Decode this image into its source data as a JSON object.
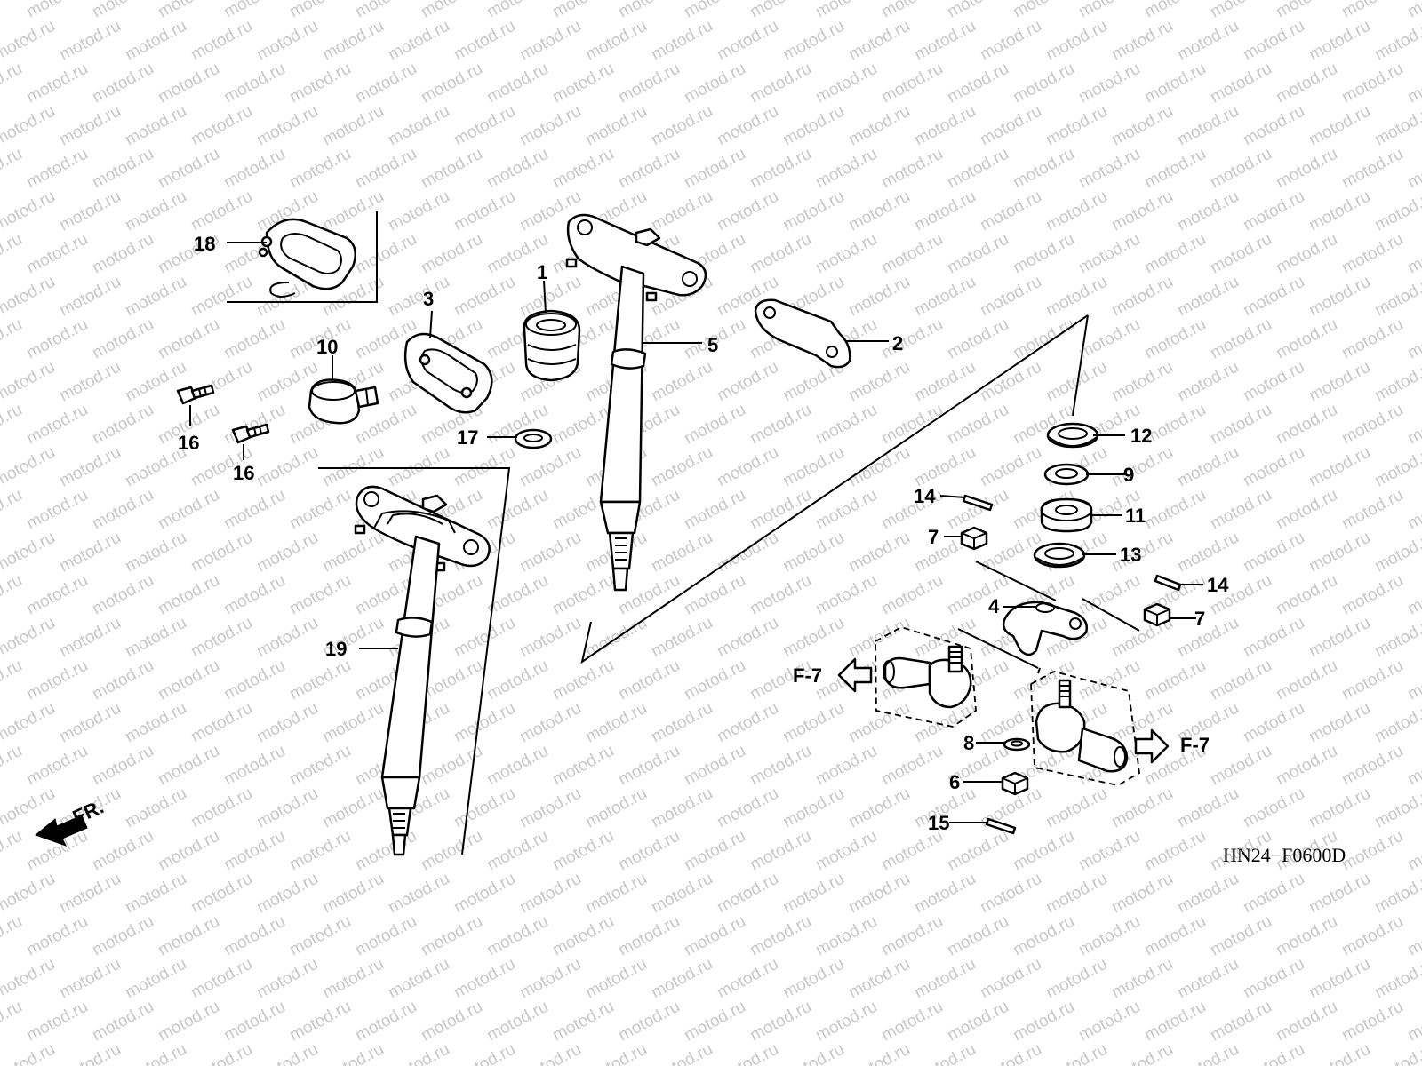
{
  "watermark": "motod.ru",
  "diagram_code": "HN24−F0600D",
  "front_label": "FR.",
  "ref_left": "F-7",
  "ref_right": "F-7",
  "callouts": {
    "c1": "1",
    "c2": "2",
    "c3": "3",
    "c4": "4",
    "c5": "5",
    "c6": "6",
    "c7a": "7",
    "c7b": "7",
    "c8": "8",
    "c9": "9",
    "c10": "10",
    "c11": "11",
    "c12": "12",
    "c13": "13",
    "c14a": "14",
    "c14b": "14",
    "c15": "15",
    "c16a": "16",
    "c16b": "16",
    "c17": "17",
    "c18": "18",
    "c19": "19"
  }
}
